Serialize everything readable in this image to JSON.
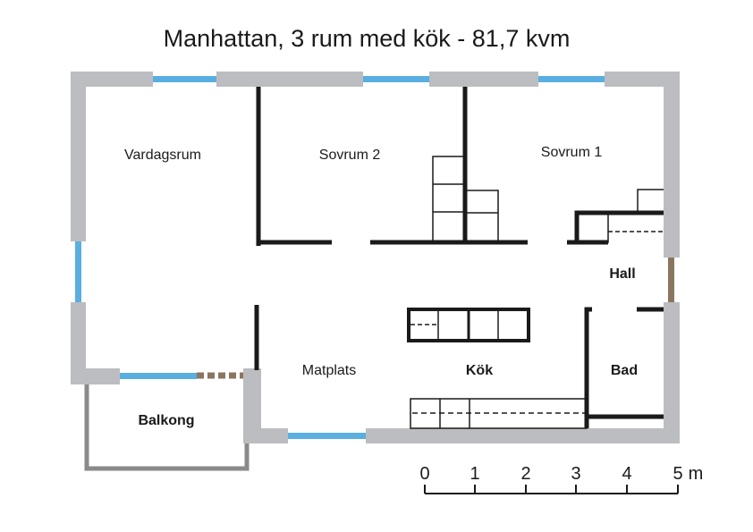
{
  "title": "Manhattan, 3 rum med kök - 81,7 kvm",
  "rooms": {
    "vardagsrum": "Vardagsrum",
    "sovrum2": "Sovrum 2",
    "sovrum1": "Sovrum 1",
    "hall": "Hall",
    "matplats": "Matplats",
    "kok": "Kök",
    "bad": "Bad",
    "balkong": "Balkong"
  },
  "scale": {
    "ticks": [
      "0",
      "1",
      "2",
      "3",
      "4",
      "5"
    ],
    "unit": "m"
  },
  "colors": {
    "outer_wall": "#bcbdc0",
    "window": "#5aaee0",
    "interior_wall": "#1a1a1a",
    "door": "#8b7560",
    "balcony_rail": "#8a8a8a"
  }
}
